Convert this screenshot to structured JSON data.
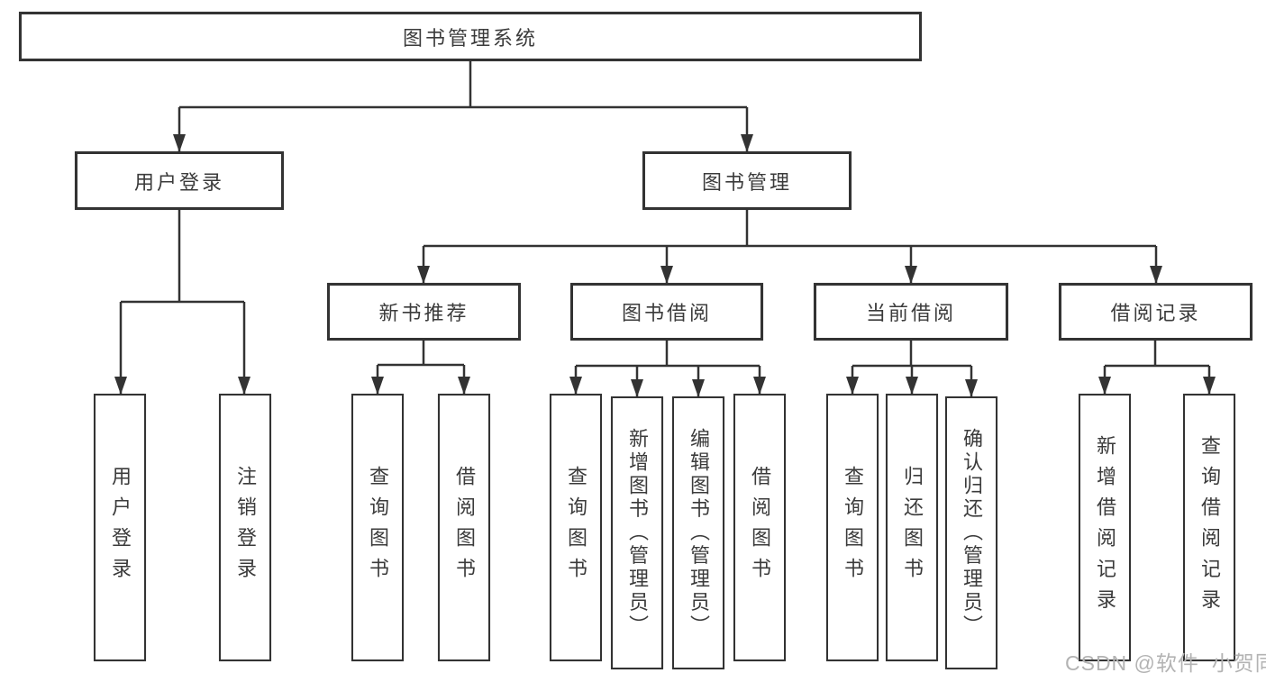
{
  "tree": {
    "root": {
      "label": "图书管理系统"
    },
    "branches": [
      {
        "label": "用户登录",
        "children": [
          {
            "label": "用户登录"
          },
          {
            "label": "注销登录"
          }
        ]
      },
      {
        "label": "图书管理",
        "children": [
          {
            "label": "新书推荐",
            "children": [
              {
                "label": "查询图书"
              },
              {
                "label": "借阅图书"
              }
            ]
          },
          {
            "label": "图书借阅",
            "children": [
              {
                "label": "查询图书"
              },
              {
                "label": "新增图书（管理员）"
              },
              {
                "label": "编辑图书（管理员）"
              },
              {
                "label": "借阅图书"
              }
            ]
          },
          {
            "label": "当前借阅",
            "children": [
              {
                "label": "查询图书"
              },
              {
                "label": "归还图书"
              },
              {
                "label": "确认归还（管理员）"
              }
            ]
          },
          {
            "label": "借阅记录",
            "children": [
              {
                "label": "新增借阅记录"
              },
              {
                "label": "查询借阅记录"
              }
            ]
          }
        ]
      }
    ]
  },
  "watermark": {
    "text": "CSDN @软件_小贺同学"
  },
  "colors": {
    "line": "#333333",
    "box_border": "#333333",
    "text": "#3b3b3b",
    "watermark": "#b3b3b3",
    "background": "#ffffff"
  }
}
